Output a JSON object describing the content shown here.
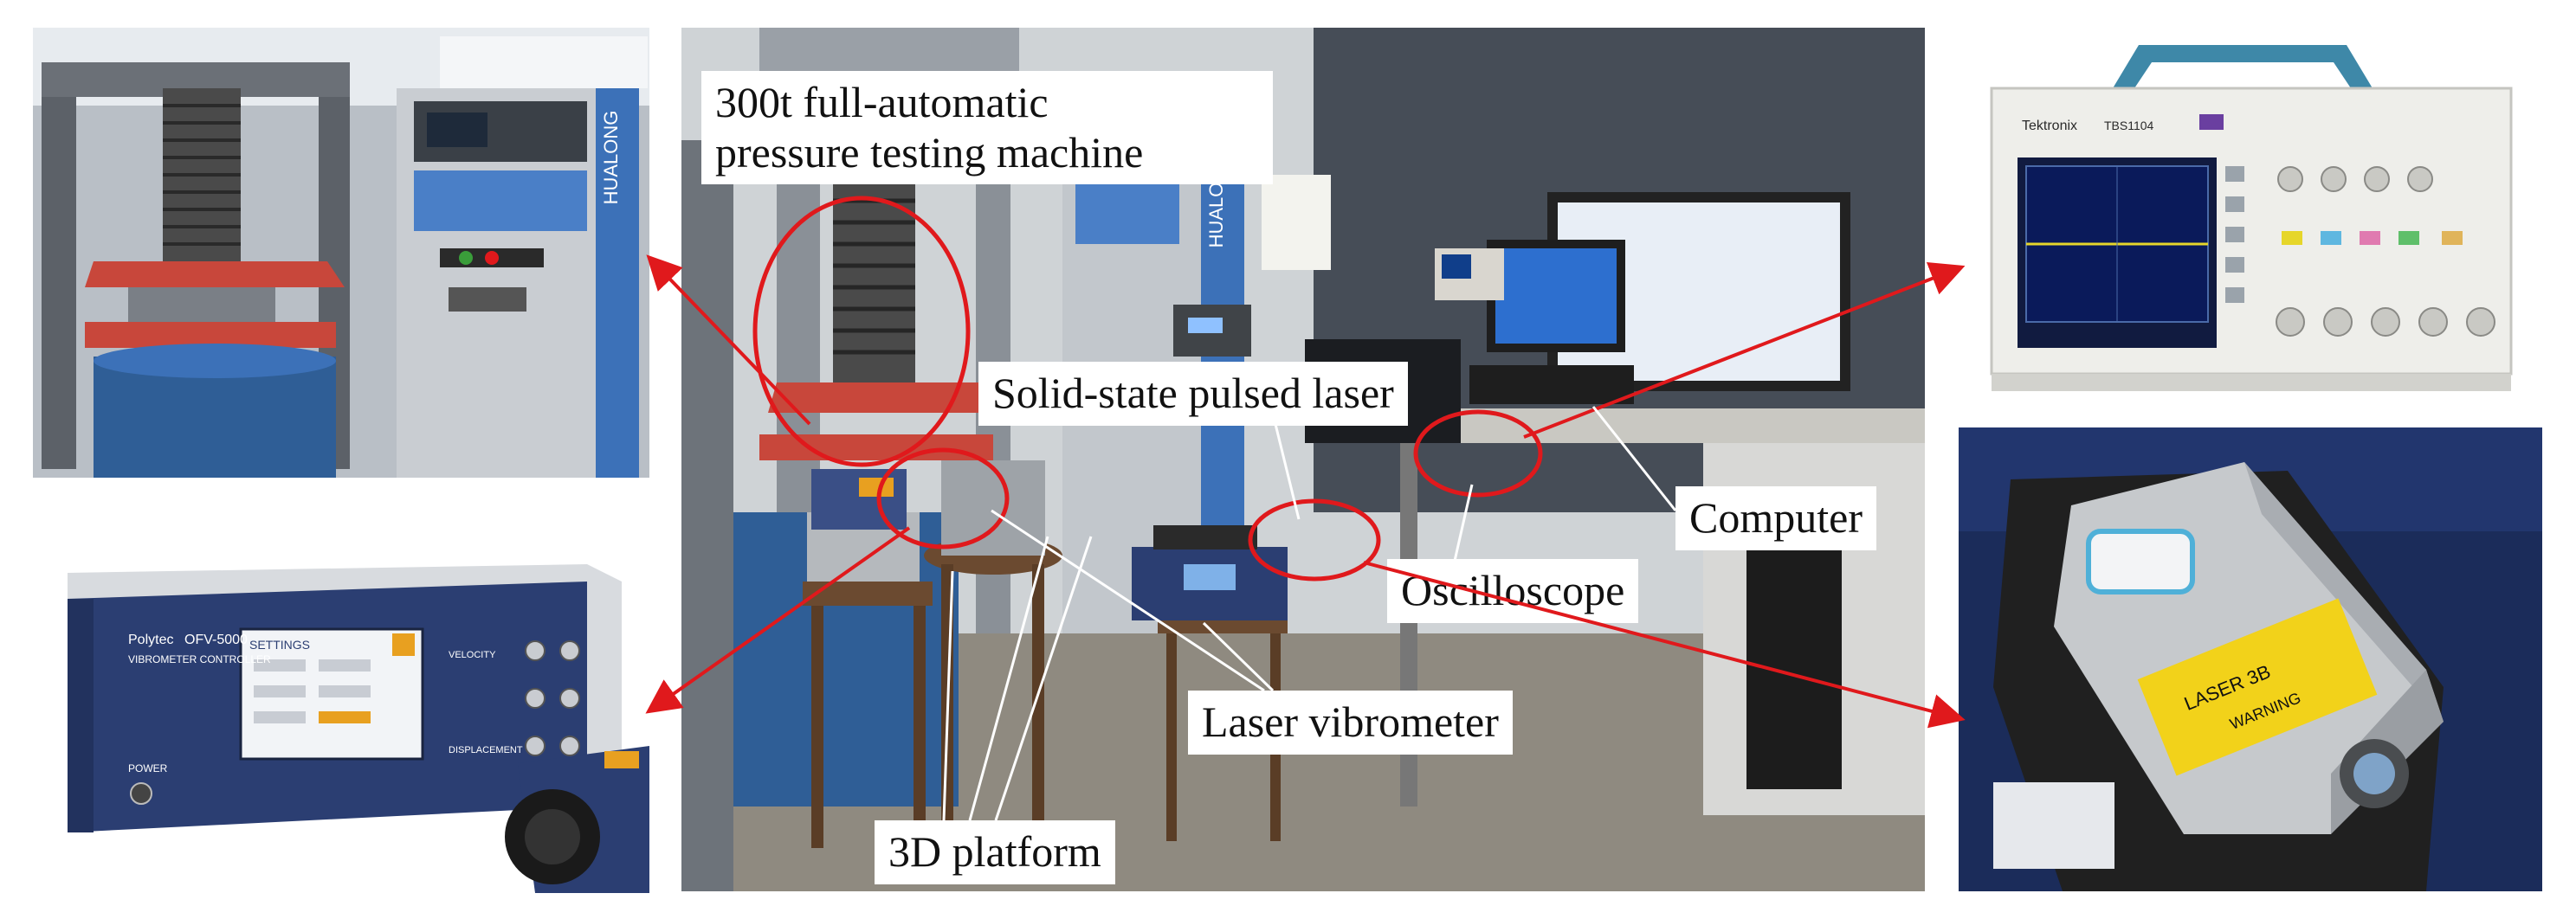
{
  "labels": {
    "machine_line1": "300t full-automatic",
    "machine_line2": "pressure testing machine",
    "laser": "Solid-state pulsed laser",
    "computer": "Computer",
    "oscilloscope": "Oscilloscope",
    "vibrometer": "Laser vibrometer",
    "platform": "3D platform"
  },
  "device_text": {
    "hualong": "HUALONG",
    "tektronix_brand": "Tektronix",
    "tektronix_model": "TBS1104",
    "polytec_brand": "Polytec",
    "polytec_model": "OFV-5000",
    "polytec_sub": "VIBROMETER CONTROLLER",
    "polytec_screen": "SETTINGS",
    "polytec_power": "POWER",
    "polytec_velocity": "VELOCITY",
    "polytec_displacement": "DISPLACEMENT",
    "laser_class": "LASER 3B",
    "laser_warning": "WARNING"
  },
  "colors": {
    "annotation_red": "#e0191c",
    "machine_blue": "#3c71b8",
    "machine_red": "#c8473b",
    "controller_navy": "#2b3e72"
  }
}
